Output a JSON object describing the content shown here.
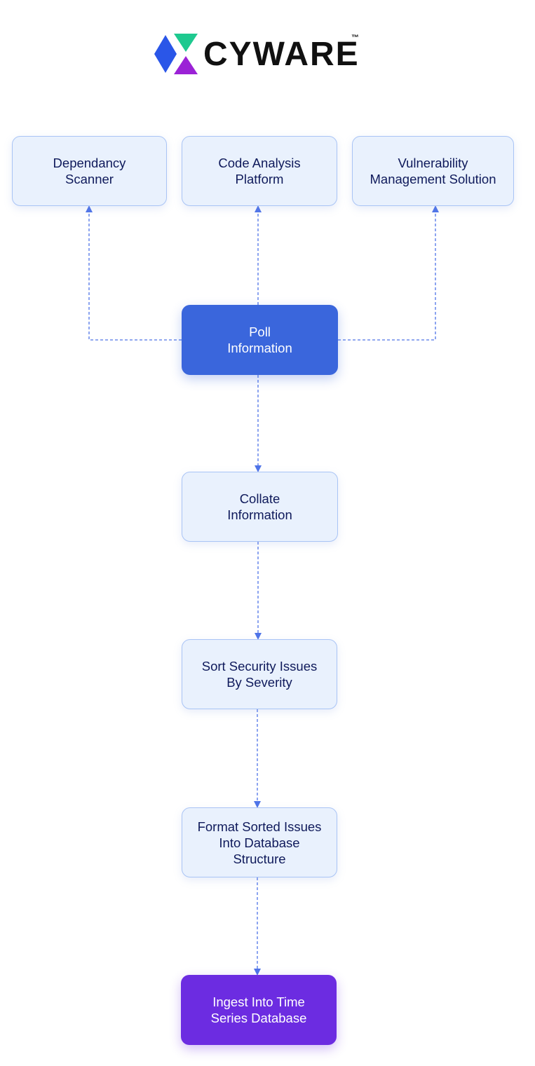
{
  "logo": {
    "text": "CYWARE",
    "trademark": "™",
    "colors": {
      "green": "#1ec98f",
      "blue": "#2a56e8",
      "purple": "#9b22d6"
    }
  },
  "nodes": {
    "dependancy_scanner": "Dependancy\nScanner",
    "code_analysis_platform": "Code Analysis\nPlatform",
    "vulnerability_management": "Vulnerability\nManagement Solution",
    "poll_information": "Poll\nInformation",
    "collate_information": "Collate\nInformation",
    "sort_security_issues": "Sort Security Issues\nBy Severity",
    "format_sorted_issues": "Format Sorted Issues\nInto Database\nStructure",
    "ingest_time_series": "Ingest Into Time\nSeries Database"
  },
  "colors": {
    "connector": "#4f74e8",
    "light_box_bg": "#e9f1fd",
    "light_box_border": "#a9c4f5",
    "light_box_text": "#0f1a5b",
    "primary_box_bg": "#3a66dc",
    "accent_box_bg": "#6c2ce1"
  }
}
